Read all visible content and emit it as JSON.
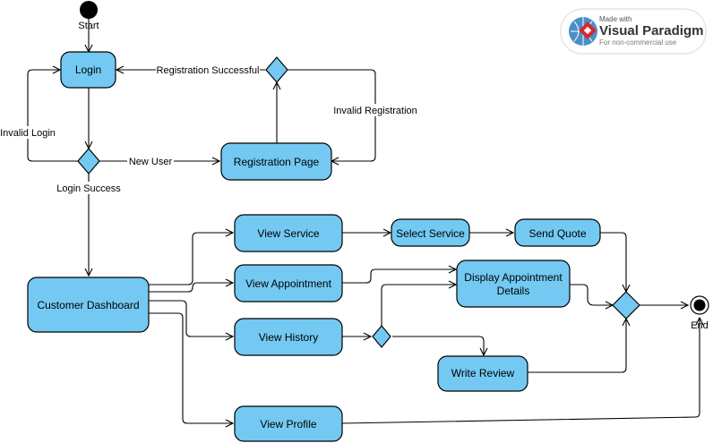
{
  "diagram": {
    "nodes": {
      "login": "Login",
      "registration_page": "Registration Page",
      "customer_dashboard": "Customer Dashboard",
      "view_service": "View Service",
      "select_service": "Select Service",
      "send_quote": "Send Quote",
      "view_appointment": "View Appointment",
      "display_appointment_line1": "Display Appointment",
      "display_appointment_line2": "Details",
      "view_history": "View History",
      "write_review": "Write Review",
      "view_profile": "View Profile"
    },
    "labels": {
      "start": "Start",
      "end": "End",
      "registration_successful": "Registration Successful",
      "invalid_registration": "Invalid Registration",
      "invalid_login": "Invalid Login",
      "new_user": "New User",
      "login_success": "Login Success"
    }
  },
  "watermark": {
    "made_with": "Made with",
    "brand": "Visual Paradigm",
    "note": "For non-commercial use"
  }
}
